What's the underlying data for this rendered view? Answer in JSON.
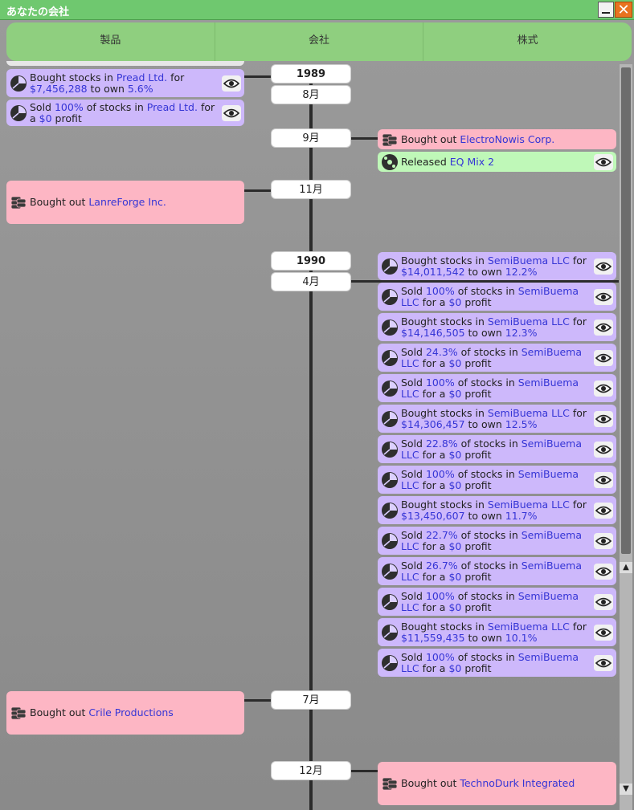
{
  "window": {
    "title": "あなたの会社"
  },
  "tabs": [
    {
      "label": "製品"
    },
    {
      "label": "会社"
    },
    {
      "label": "株式"
    }
  ],
  "dates": [
    {
      "label": "1989",
      "year": true
    },
    {
      "label": "8月"
    },
    {
      "label": "9月"
    },
    {
      "label": "11月"
    },
    {
      "label": "1990",
      "year": true
    },
    {
      "label": "4月"
    },
    {
      "label": "7月"
    },
    {
      "label": "12月"
    }
  ],
  "events": [
    {
      "kind": "stock",
      "parts": [
        [
          "t",
          "Bought stocks in "
        ],
        [
          "h",
          "Pread Ltd."
        ],
        [
          "t",
          " for "
        ],
        [
          "h",
          "$7,456,288"
        ],
        [
          "t",
          " to own "
        ],
        [
          "h",
          "5.6%"
        ]
      ]
    },
    {
      "kind": "stock",
      "parts": [
        [
          "t",
          "Sold "
        ],
        [
          "h",
          "100%"
        ],
        [
          "t",
          " of stocks in "
        ],
        [
          "h",
          "Pread Ltd."
        ],
        [
          "t",
          " for a "
        ],
        [
          "h",
          "$0"
        ],
        [
          "t",
          " profit"
        ]
      ]
    },
    {
      "kind": "buyout",
      "parts": [
        [
          "t",
          "Bought out "
        ],
        [
          "h",
          "ElectroNowis Corp."
        ]
      ]
    },
    {
      "kind": "release",
      "parts": [
        [
          "t",
          "Released "
        ],
        [
          "h",
          "EQ Mix 2"
        ]
      ]
    },
    {
      "kind": "buyout",
      "parts": [
        [
          "t",
          "Bought out "
        ],
        [
          "h",
          "LanreForge Inc."
        ]
      ]
    },
    {
      "kind": "stock",
      "parts": [
        [
          "t",
          "Bought stocks in "
        ],
        [
          "h",
          "SemiBuema LLC"
        ],
        [
          "t",
          " for "
        ],
        [
          "h",
          "$14,011,542"
        ],
        [
          "t",
          " to own "
        ],
        [
          "h",
          "12.2%"
        ]
      ]
    },
    {
      "kind": "stock",
      "parts": [
        [
          "t",
          "Sold "
        ],
        [
          "h",
          "100%"
        ],
        [
          "t",
          " of stocks in "
        ],
        [
          "h",
          "SemiBuema LLC"
        ],
        [
          "t",
          " for a "
        ],
        [
          "h",
          "$0"
        ],
        [
          "t",
          " profit"
        ]
      ]
    },
    {
      "kind": "stock",
      "parts": [
        [
          "t",
          "Bought stocks in "
        ],
        [
          "h",
          "SemiBuema LLC"
        ],
        [
          "t",
          " for "
        ],
        [
          "h",
          "$14,146,505"
        ],
        [
          "t",
          " to own "
        ],
        [
          "h",
          "12.3%"
        ]
      ]
    },
    {
      "kind": "stock",
      "parts": [
        [
          "t",
          "Sold "
        ],
        [
          "h",
          "24.3%"
        ],
        [
          "t",
          " of stocks in "
        ],
        [
          "h",
          "SemiBuema LLC"
        ],
        [
          "t",
          " for a "
        ],
        [
          "h",
          "$0"
        ],
        [
          "t",
          " profit"
        ]
      ]
    },
    {
      "kind": "stock",
      "parts": [
        [
          "t",
          "Sold "
        ],
        [
          "h",
          "100%"
        ],
        [
          "t",
          " of stocks in "
        ],
        [
          "h",
          "SemiBuema LLC"
        ],
        [
          "t",
          " for a "
        ],
        [
          "h",
          "$0"
        ],
        [
          "t",
          " profit"
        ]
      ]
    },
    {
      "kind": "stock",
      "parts": [
        [
          "t",
          "Bought stocks in "
        ],
        [
          "h",
          "SemiBuema LLC"
        ],
        [
          "t",
          " for "
        ],
        [
          "h",
          "$14,306,457"
        ],
        [
          "t",
          " to own "
        ],
        [
          "h",
          "12.5%"
        ]
      ]
    },
    {
      "kind": "stock",
      "parts": [
        [
          "t",
          "Sold "
        ],
        [
          "h",
          "22.8%"
        ],
        [
          "t",
          " of stocks in "
        ],
        [
          "h",
          "SemiBuema LLC"
        ],
        [
          "t",
          " for a "
        ],
        [
          "h",
          "$0"
        ],
        [
          "t",
          " profit"
        ]
      ]
    },
    {
      "kind": "stock",
      "parts": [
        [
          "t",
          "Sold "
        ],
        [
          "h",
          "100%"
        ],
        [
          "t",
          " of stocks in "
        ],
        [
          "h",
          "SemiBuema LLC"
        ],
        [
          "t",
          " for a "
        ],
        [
          "h",
          "$0"
        ],
        [
          "t",
          " profit"
        ]
      ]
    },
    {
      "kind": "stock",
      "parts": [
        [
          "t",
          "Bought stocks in "
        ],
        [
          "h",
          "SemiBuema LLC"
        ],
        [
          "t",
          " for "
        ],
        [
          "h",
          "$13,450,607"
        ],
        [
          "t",
          " to own "
        ],
        [
          "h",
          "11.7%"
        ]
      ]
    },
    {
      "kind": "stock",
      "parts": [
        [
          "t",
          "Sold "
        ],
        [
          "h",
          "22.7%"
        ],
        [
          "t",
          " of stocks in "
        ],
        [
          "h",
          "SemiBuema LLC"
        ],
        [
          "t",
          " for a "
        ],
        [
          "h",
          "$0"
        ],
        [
          "t",
          " profit"
        ]
      ]
    },
    {
      "kind": "stock",
      "parts": [
        [
          "t",
          "Sold "
        ],
        [
          "h",
          "26.7%"
        ],
        [
          "t",
          " of stocks in "
        ],
        [
          "h",
          "SemiBuema LLC"
        ],
        [
          "t",
          " for a "
        ],
        [
          "h",
          "$0"
        ],
        [
          "t",
          " profit"
        ]
      ]
    },
    {
      "kind": "stock",
      "parts": [
        [
          "t",
          "Sold "
        ],
        [
          "h",
          "100%"
        ],
        [
          "t",
          " of stocks in "
        ],
        [
          "h",
          "SemiBuema LLC"
        ],
        [
          "t",
          " for a "
        ],
        [
          "h",
          "$0"
        ],
        [
          "t",
          " profit"
        ]
      ]
    },
    {
      "kind": "stock",
      "parts": [
        [
          "t",
          "Bought stocks in "
        ],
        [
          "h",
          "SemiBuema LLC"
        ],
        [
          "t",
          " for "
        ],
        [
          "h",
          "$11,559,435"
        ],
        [
          "t",
          " to own "
        ],
        [
          "h",
          "10.1%"
        ]
      ]
    },
    {
      "kind": "stock",
      "parts": [
        [
          "t",
          "Sold "
        ],
        [
          "h",
          "100%"
        ],
        [
          "t",
          " of stocks in "
        ],
        [
          "h",
          "SemiBuema LLC"
        ],
        [
          "t",
          " for a "
        ],
        [
          "h",
          "$0"
        ],
        [
          "t",
          " profit"
        ]
      ]
    },
    {
      "kind": "buyout",
      "parts": [
        [
          "t",
          "Bought out "
        ],
        [
          "h",
          "Crile Productions"
        ]
      ]
    },
    {
      "kind": "buyout",
      "parts": [
        [
          "t",
          "Bought out "
        ],
        [
          "h",
          "TechnoDurk Integrated"
        ]
      ]
    }
  ],
  "icons": {
    "stock": "pie-chart-icon",
    "buyout": "coin-stack-icon",
    "release": "disc-icon",
    "view": "eye-icon"
  },
  "colors": {
    "titlebar": "#6fc86f",
    "tabs": "#8fcf7f",
    "stock_card": "#cdb8fb",
    "buyout_card": "#fdb6c4",
    "release_card": "#bff8b8",
    "link": "#3535d6"
  }
}
